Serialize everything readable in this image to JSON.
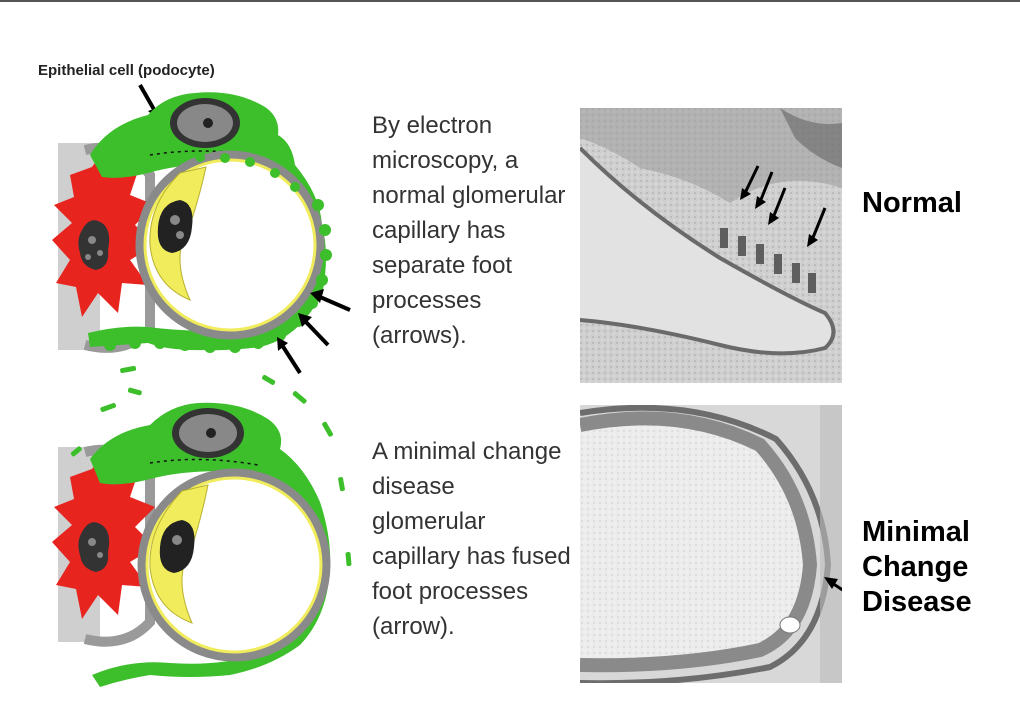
{
  "diagram": {
    "podocyte_label": "Epithelial cell (podocyte)"
  },
  "normal": {
    "description": "By electron microscopy, a normal glomerular capillary has separate foot processes (arrows).",
    "label": "Normal"
  },
  "mcd": {
    "description": "A minimal change disease glomerular capillary has fused foot processes (arrow).",
    "label": "Minimal Change Disease"
  },
  "colors": {
    "podocyte": "#3cbf2a",
    "endothelial": "#f0ec5c",
    "mesangial": "#e8241f",
    "basement_membrane": "#8a8a8a"
  }
}
